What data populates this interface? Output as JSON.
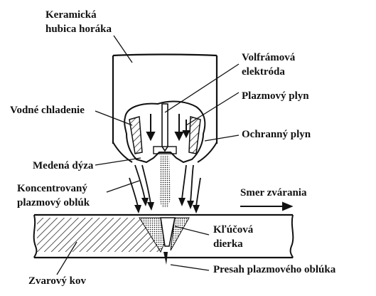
{
  "diagram": {
    "labels": {
      "nozzle_cup_line1": "Keramická",
      "nozzle_cup_line2": "hubica horáka",
      "electrode_line1": "Volfrámová",
      "electrode_line2": "elektróda",
      "plasma_gas": "Plazmový plyn",
      "water_cooling": "Vodné chladenie",
      "shielding_gas": "Ochranný plyn",
      "copper_nozzle": "Medená dýza",
      "arc_line1": "Koncentrovaný",
      "arc_line2": "plazmový oblúk",
      "direction": "Smer zvárania",
      "keyhole_line1": "Kľúčová",
      "keyhole_line2": "dierka",
      "arc_overshoot": "Presah plazmového oblúka",
      "weld_metal": "Zvarový kov"
    }
  }
}
